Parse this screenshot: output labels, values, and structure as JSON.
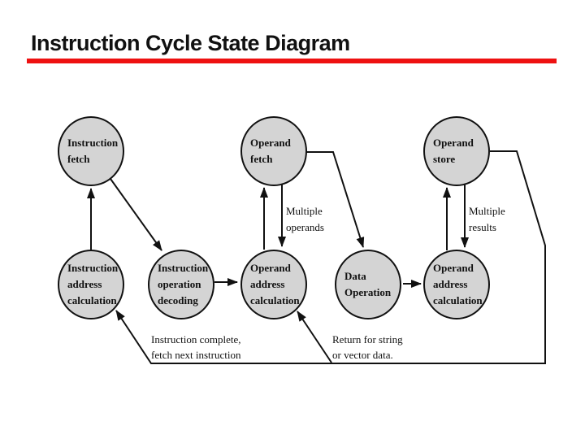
{
  "title": "Instruction Cycle State Diagram",
  "colors": {
    "accent": "#ee1111",
    "node-fill": "#d4d4d4",
    "line": "#111111",
    "text": "#111111"
  },
  "nodes": [
    {
      "name": "instruction-fetch",
      "lines": [
        "Instruction",
        "fetch"
      ]
    },
    {
      "name": "operand-fetch",
      "lines": [
        "Operand",
        "fetch"
      ]
    },
    {
      "name": "operand-store",
      "lines": [
        "Operand",
        "store"
      ]
    },
    {
      "name": "instruction-address-calculation",
      "lines": [
        "Instruction",
        "address",
        "calculation"
      ]
    },
    {
      "name": "instruction-operation-decoding",
      "lines": [
        "Instruction",
        "operation",
        "decoding"
      ]
    },
    {
      "name": "operand-address-calculation",
      "lines": [
        "Operand",
        "address",
        "calculation"
      ]
    },
    {
      "name": "data-operation",
      "lines": [
        "Data",
        "Operation"
      ]
    },
    {
      "name": "operand-address-calculation-2",
      "lines": [
        "Operand",
        "address",
        "calculation"
      ]
    }
  ],
  "edge_labels": [
    {
      "name": "multiple-operands",
      "lines": [
        "Multiple",
        "operands"
      ]
    },
    {
      "name": "multiple-results",
      "lines": [
        "Multiple",
        "results"
      ]
    },
    {
      "name": "instruction-complete",
      "lines": [
        "Instruction complete,",
        "fetch next instruction"
      ]
    },
    {
      "name": "return-for-string",
      "lines": [
        "Return for string",
        "or vector data."
      ]
    }
  ]
}
